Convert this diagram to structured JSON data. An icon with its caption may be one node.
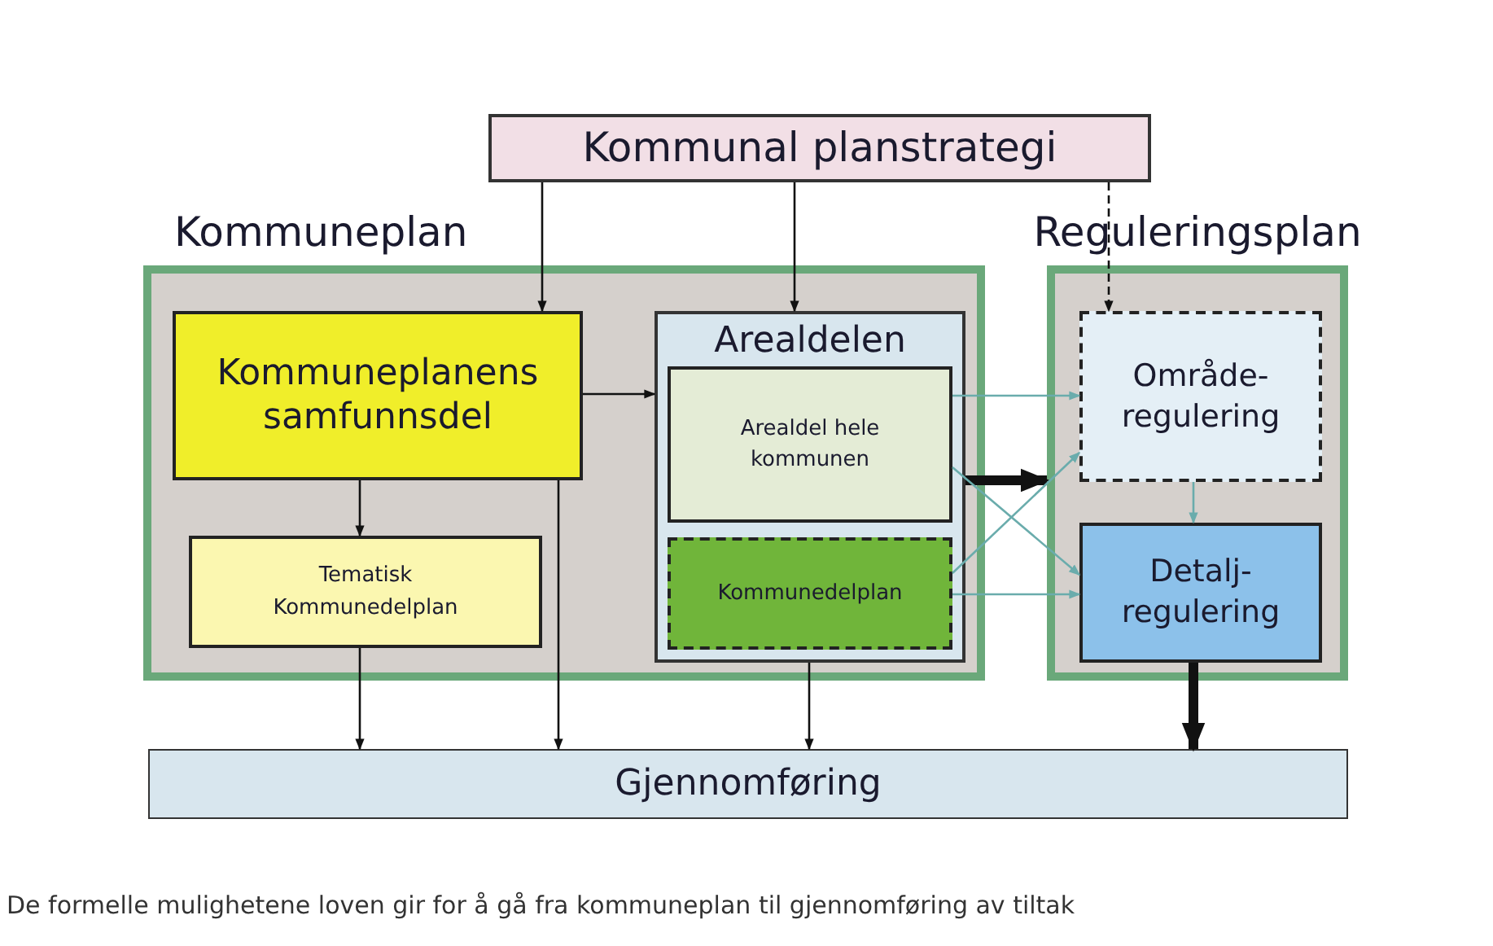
{
  "diagram": {
    "caption": "De formelle mulighetene loven gir for å gå fra kommuneplan til gjennomføring av tiltak",
    "nodes": [
      {
        "text": [
          "Kommunal planstrategi"
        ]
      },
      {
        "text": [
          "Kommuneplan"
        ]
      },
      {
        "text": [
          "Kommuneplanens samfunnsdel"
        ],
        "in": 1
      },
      {
        "text": [
          "Arealdelen"
        ],
        "in": 1
      },
      {
        "text": [
          "Arealdel hele kommunen"
        ],
        "in": 3
      },
      {
        "text": [
          "Kommunedelplan"
        ],
        "in": 3
      },
      {
        "text": [
          "Tematisk Kommunedelplan"
        ],
        "in": 1
      },
      {
        "text": [
          "Reguleringsplan"
        ]
      },
      {
        "text": [
          "Område- regulering"
        ],
        "in": 7
      },
      {
        "text": [
          "Detalj- regulering"
        ],
        "in": 7
      },
      {
        "text": [
          "Gjennomføring"
        ]
      }
    ],
    "edges": [
      {
        "from": 0,
        "to": 2,
        "arrow": "to"
      },
      {
        "from": 0,
        "to": 3,
        "arrow": "to"
      },
      {
        "from": 0,
        "to": 8,
        "arrow": "to",
        "style": "dashed"
      },
      {
        "from": 2,
        "to": 3,
        "arrow": "to"
      },
      {
        "from": 2,
        "to": 6,
        "arrow": "to"
      },
      {
        "from": 2,
        "to": 10,
        "arrow": "to"
      },
      {
        "from": 6,
        "to": 10,
        "arrow": "to"
      },
      {
        "from": 3,
        "to": 10,
        "arrow": "to"
      },
      {
        "from": 3,
        "to": 7,
        "arrow": "to",
        "style": "thick"
      },
      {
        "from": 4,
        "to": 8,
        "arrow": "to",
        "color": "#6aacac"
      },
      {
        "from": 4,
        "to": 9,
        "arrow": "to",
        "color": "#6aacac"
      },
      {
        "from": 5,
        "to": 8,
        "arrow": "to",
        "color": "#6aacac"
      },
      {
        "from": 5,
        "to": 9,
        "arrow": "to",
        "color": "#6aacac"
      },
      {
        "from": 8,
        "to": 9,
        "arrow": "to",
        "color": "#6aacac"
      },
      {
        "from": 9,
        "to": 10,
        "arrow": "to",
        "style": "thick"
      }
    ]
  }
}
